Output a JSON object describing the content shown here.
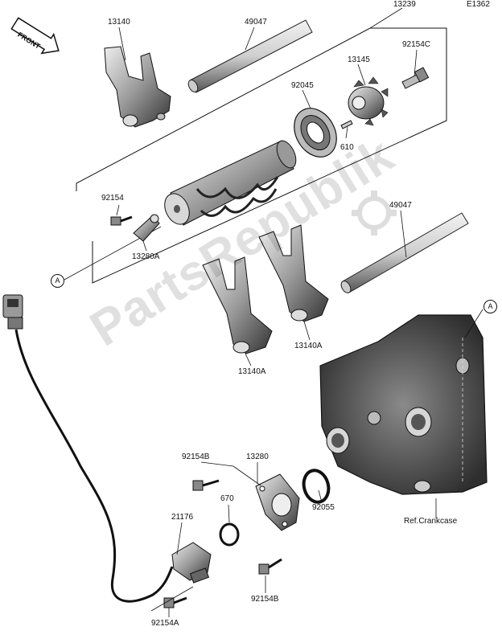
{
  "diagram": {
    "code": "E1362",
    "watermark": "PartsRepublik",
    "front_label": "FRONT",
    "parts": {
      "p13140": "13140",
      "p49047_top": "49047",
      "p13239": "13239",
      "p92154C": "92154C",
      "p13145": "13145",
      "p92045": "92045",
      "p610": "610",
      "p92154": "92154",
      "p13280A": "13280A",
      "p49047_right": "49047",
      "p13140A_right": "13140A",
      "p13140A_left": "13140A",
      "p92154B_top": "92154B",
      "p13280": "13280",
      "p670": "670",
      "p92055": "92055",
      "p21176": "21176",
      "p92154B_bottom": "92154B",
      "p92154A": "92154A"
    },
    "ref_crankcase": "Ref.Crankcase",
    "callout_a_left": "A",
    "callout_a_right": "A"
  }
}
